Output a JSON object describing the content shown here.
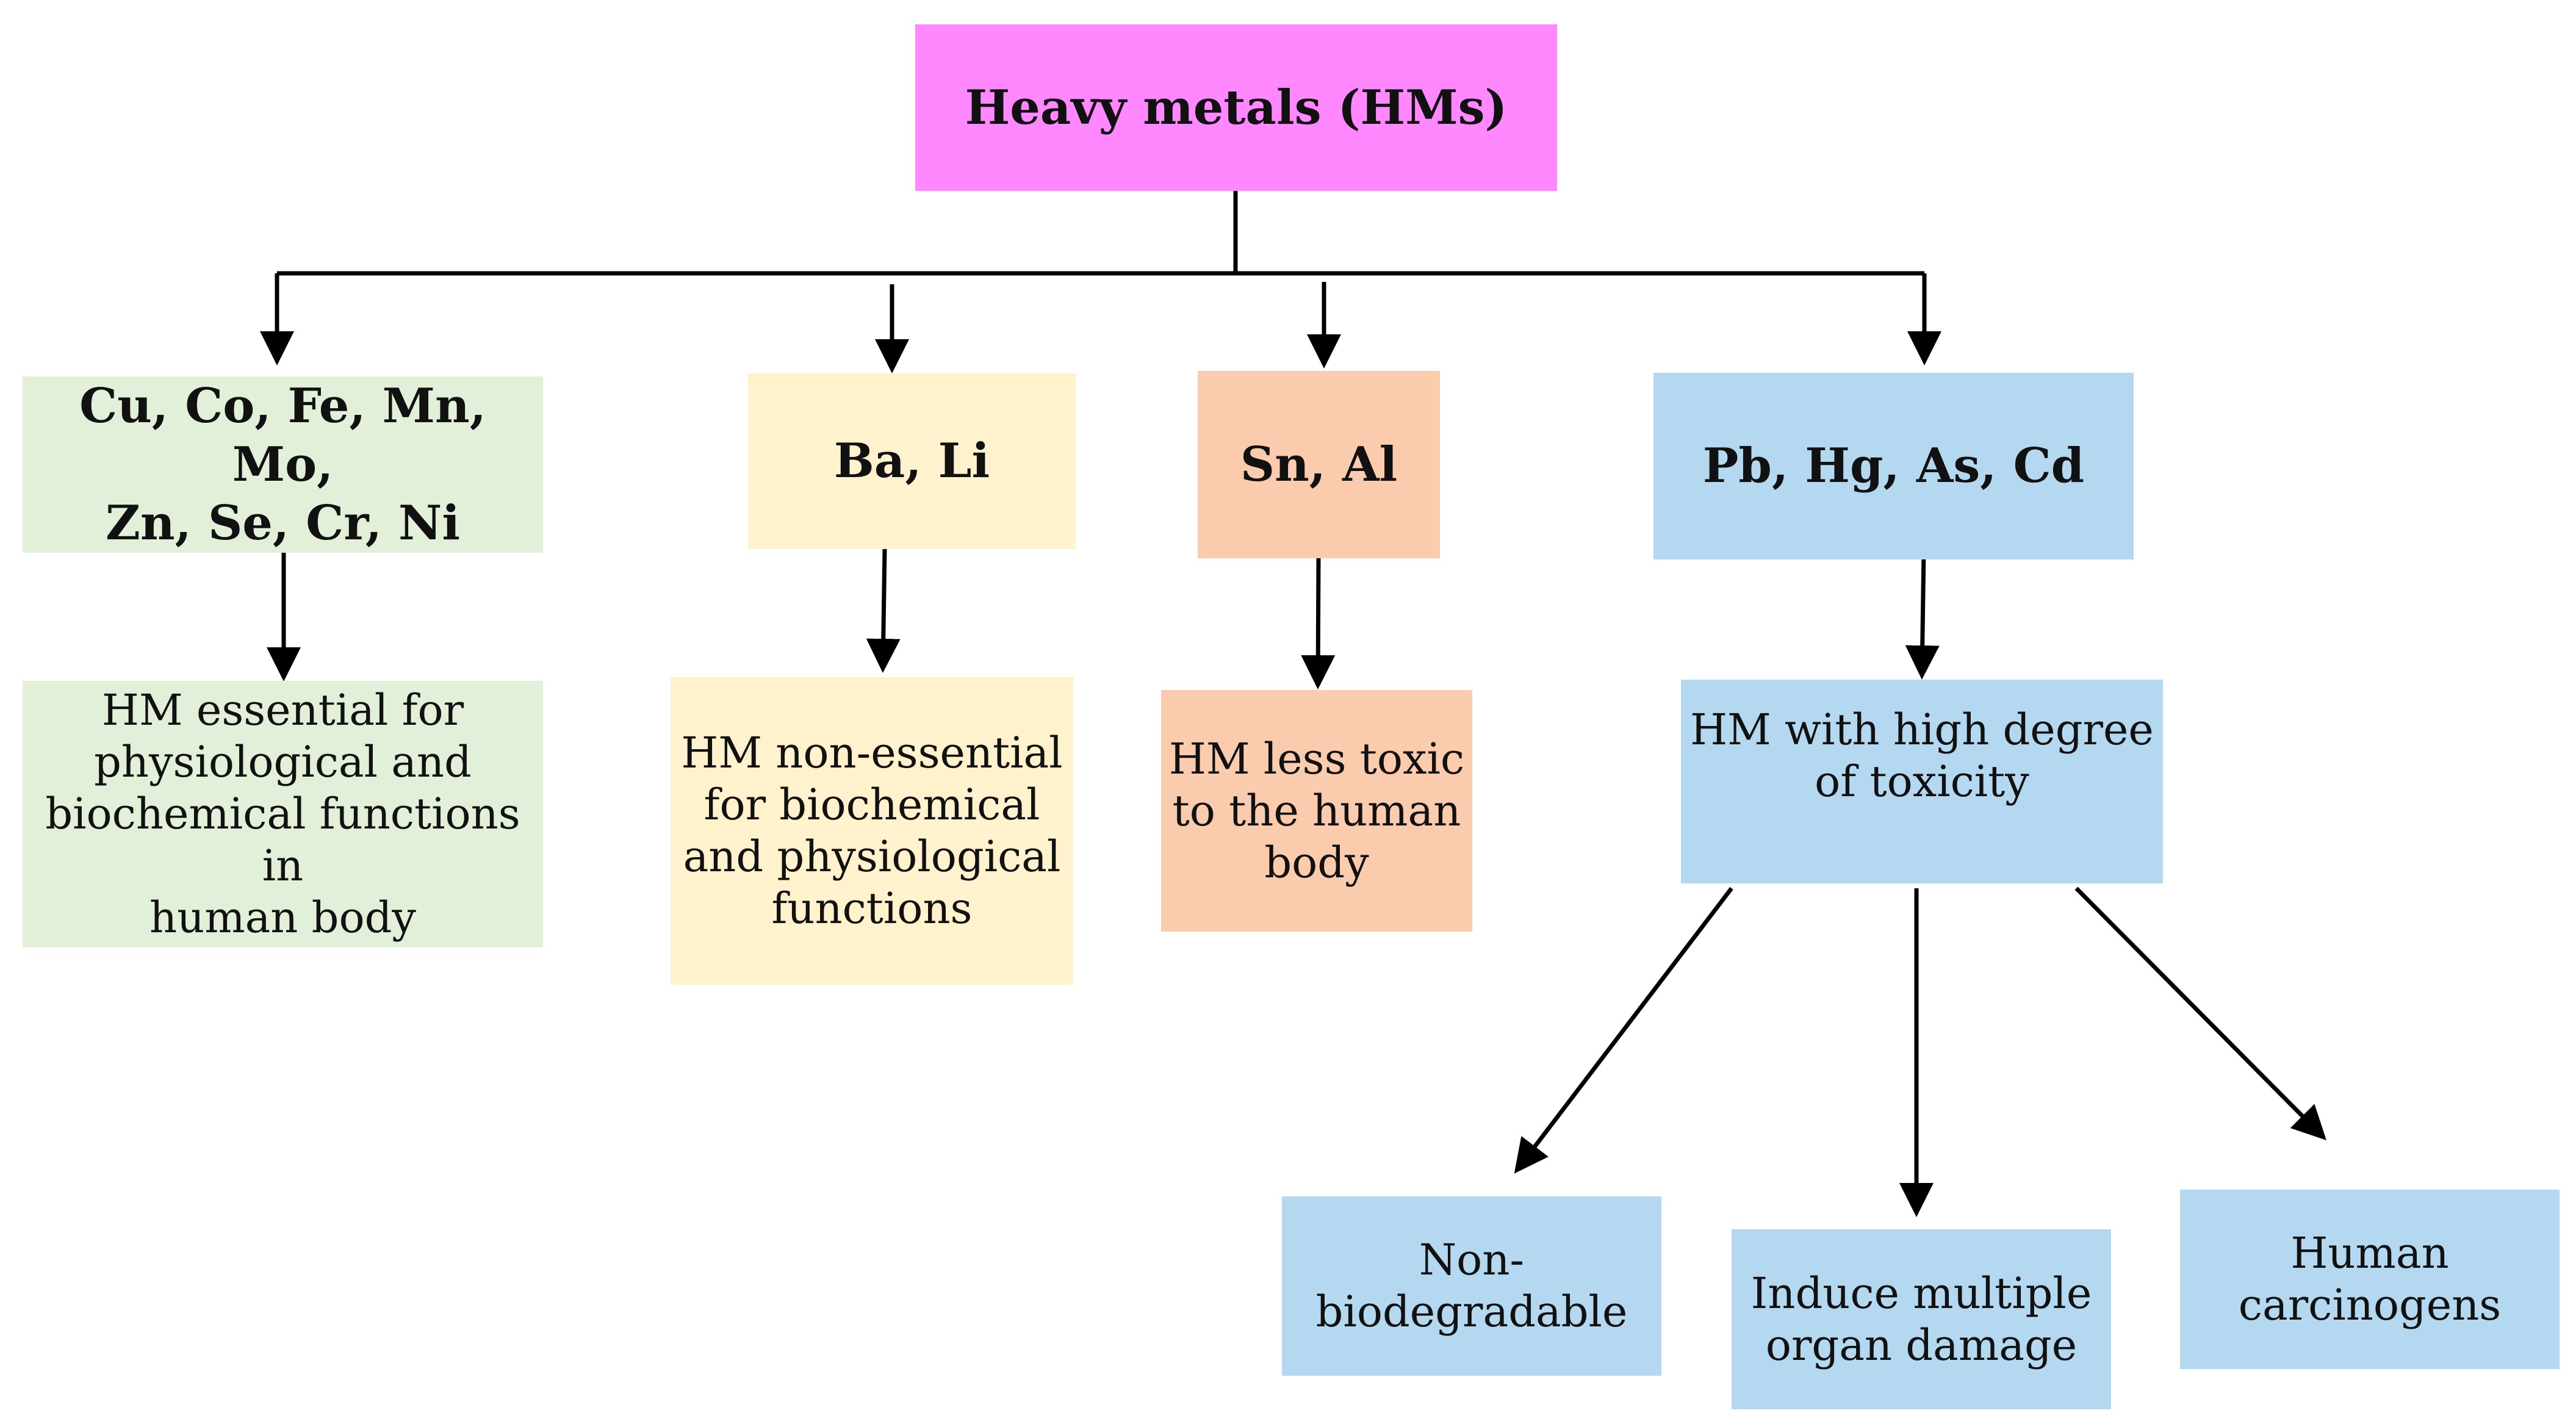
{
  "colors": {
    "root": "#FF87FF",
    "green": "#E2F0D9",
    "yellow": "#FFF2CC",
    "orange": "#FBCBAE",
    "blue": "#B4D8EF",
    "line": "#000000"
  },
  "root": {
    "label": "Heavy metals (HMs)"
  },
  "groups": [
    {
      "metals": "Cu, Co, Fe, Mn, Mo,\nZn, Se, Cr, Ni",
      "description": "HM essential for\nphysiological  and\nbiochemical functions in\nhuman body"
    },
    {
      "metals": "Ba, Li",
      "description": "HM non-essential\nfor biochemical\nand physiological\nfunctions"
    },
    {
      "metals": "Sn, Al",
      "description": "HM less toxic\nto the human\nbody"
    },
    {
      "metals": "Pb, Hg, As, Cd",
      "description": "HM with high degree\nof toxicity"
    }
  ],
  "effects": [
    {
      "label": "Non-\nbiodegradable"
    },
    {
      "label": "Induce multiple\norgan damage"
    },
    {
      "label": "Human\ncarcinogens"
    }
  ]
}
